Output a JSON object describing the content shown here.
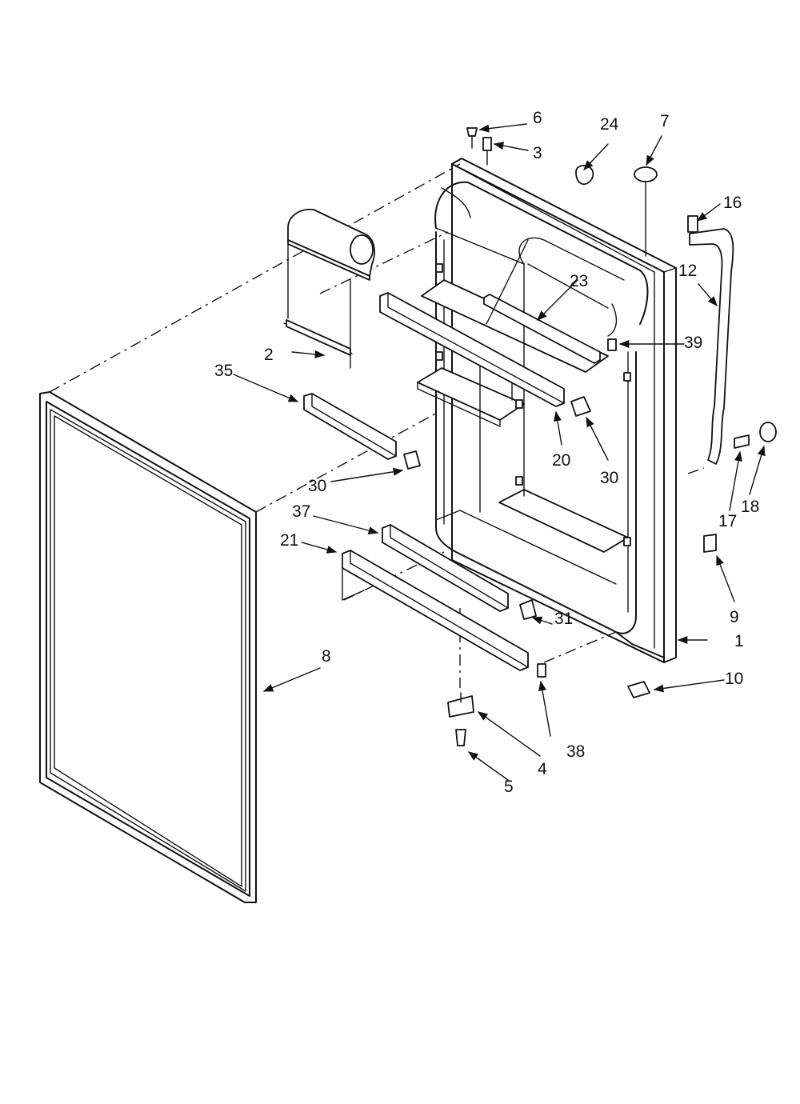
{
  "callouts": {
    "c1": "1",
    "c2": "2",
    "c3": "3",
    "c4": "4",
    "c5": "5",
    "c6": "6",
    "c7": "7",
    "c8": "8",
    "c9": "9",
    "c10": "10",
    "c12": "12",
    "c16": "16",
    "c17": "17",
    "c18": "18",
    "c20": "20",
    "c21": "21",
    "c23": "23",
    "c24": "24",
    "c30a": "30",
    "c30b": "30",
    "c31": "31",
    "c35": "35",
    "c37": "37",
    "c38": "38",
    "c39": "39"
  }
}
